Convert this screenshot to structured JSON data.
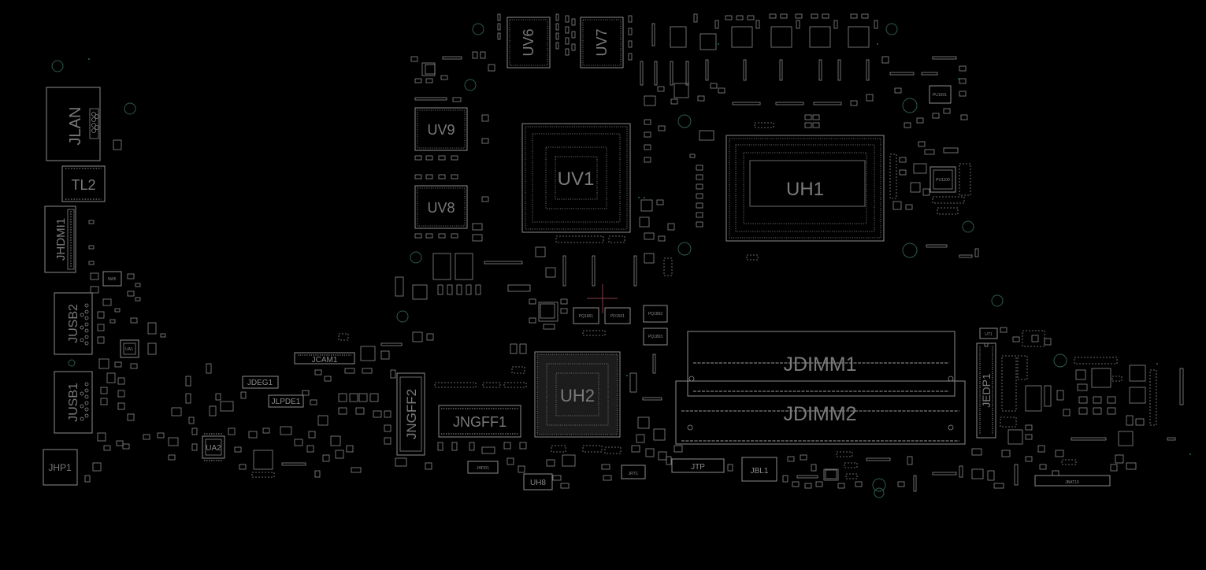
{
  "board": {
    "background": "#000000",
    "outline_color": "#8c8c8c",
    "via_color": "#2e5a4e",
    "cursor_color": "#8a3c46"
  },
  "components": {
    "jlan": "JLAN",
    "tl2": "TL2",
    "jhdmi1": "JHDMI1",
    "jusb2": "JUSB2",
    "jusb1": "JUSB1",
    "jhp1": "JHP1",
    "sw5": "SW5",
    "ua1": "UA1",
    "ua2": "UA2",
    "jdeg1": "JDEG1",
    "jlpde1": "JLPDE1",
    "jcam1": "JCAM1",
    "jngff2": "JNGFF2",
    "jngff1": "JNGFF1",
    "jhdd1": "JHDD1",
    "uh8": "UH8",
    "uh2": "UH2",
    "jrtc": "JRTC",
    "jtp": "JTP",
    "jbl1": "JBL1",
    "jdimm1": "JDIMM1",
    "jdimm2": "JDIMM2",
    "jedp1": "JEDP1",
    "ut1": "UT1",
    "jbat10": "JBAT10",
    "uv1": "UV1",
    "uv6": "UV6",
    "uv7": "UV7",
    "uv8": "UV8",
    "uv9": "UV9",
    "uh1": "UH1",
    "pu1100": "PU1100",
    "pu1501": "PU1501",
    "pq1801": "PQ1801",
    "pq1802": "PQ1802",
    "pq1803": "PQ1803",
    "pd1501": "PD1501"
  }
}
